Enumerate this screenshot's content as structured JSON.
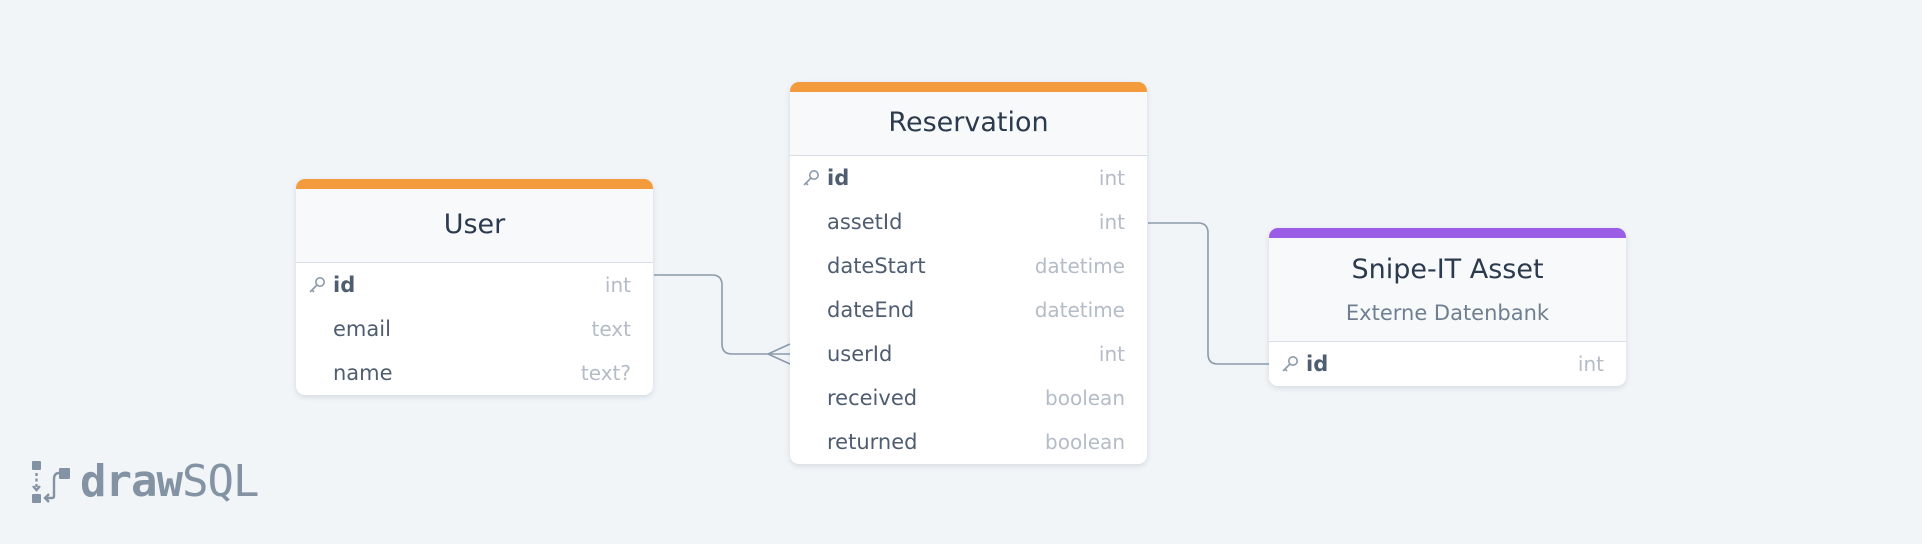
{
  "tables": [
    {
      "name": "User",
      "subtitle": "",
      "color": "#f39b3d",
      "columns": [
        {
          "name": "id",
          "type": "int",
          "primary_key": true
        },
        {
          "name": "email",
          "type": "text",
          "primary_key": false
        },
        {
          "name": "name",
          "type": "text?",
          "primary_key": false
        }
      ]
    },
    {
      "name": "Reservation",
      "subtitle": "",
      "color": "#f39b3d",
      "columns": [
        {
          "name": "id",
          "type": "int",
          "primary_key": true
        },
        {
          "name": "assetId",
          "type": "int",
          "primary_key": false
        },
        {
          "name": "dateStart",
          "type": "datetime",
          "primary_key": false
        },
        {
          "name": "dateEnd",
          "type": "datetime",
          "primary_key": false
        },
        {
          "name": "userId",
          "type": "int",
          "primary_key": false
        },
        {
          "name": "received",
          "type": "boolean",
          "primary_key": false
        },
        {
          "name": "returned",
          "type": "boolean",
          "primary_key": false
        }
      ]
    },
    {
      "name": "Snipe-IT Asset",
      "subtitle": "Externe Datenbank",
      "color": "#9b5de5",
      "columns": [
        {
          "name": "id",
          "type": "int",
          "primary_key": true
        }
      ]
    }
  ],
  "relations": [
    {
      "from": "User.id",
      "to": "Reservation.userId",
      "to_cardinality": "many"
    },
    {
      "from": "Reservation.assetId",
      "to": "Snipe-IT Asset.id",
      "to_cardinality": "one"
    }
  ],
  "logo": {
    "bold": "draw",
    "light": "SQL"
  },
  "colors": {
    "background": "#f1f5f8",
    "connector": "#8c9bab"
  }
}
